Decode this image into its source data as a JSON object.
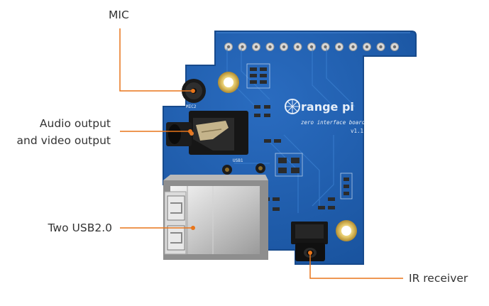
{
  "colors": {
    "board": "#1f5fb0",
    "board_edge": "#174a8c",
    "leader_line": "#e8751a",
    "text": "#333333"
  },
  "silkscreen": {
    "brand": "range pi",
    "subtitle": "zero interface board",
    "version": "v1.1",
    "usb_ref": "USB1",
    "mic_ref": "MIC2"
  },
  "callouts": {
    "mic": "MIC",
    "audio_video_line1": "Audio output",
    "audio_video_line2": "and video output",
    "usb": "Two USB2.0",
    "ir": "IR receiver"
  }
}
